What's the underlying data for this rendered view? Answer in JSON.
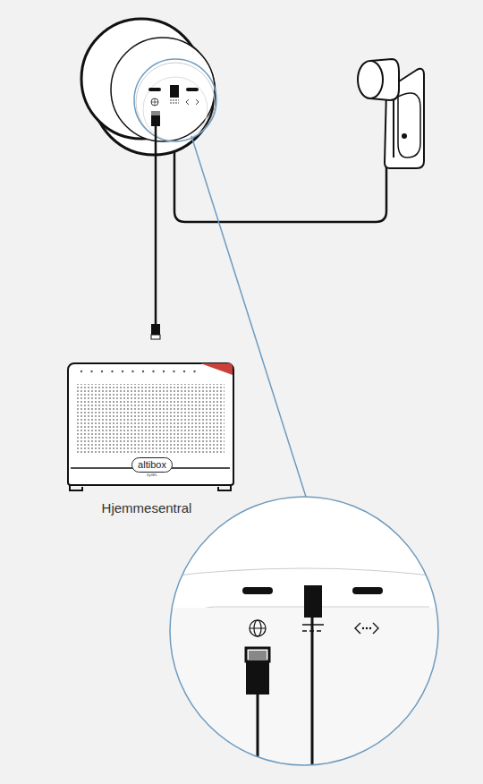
{
  "diagram": {
    "nodes": [
      {
        "text": [
          "altibox",
          "ZyXEL",
          "Hjemmesentral"
        ]
      }
    ],
    "edges": []
  }
}
